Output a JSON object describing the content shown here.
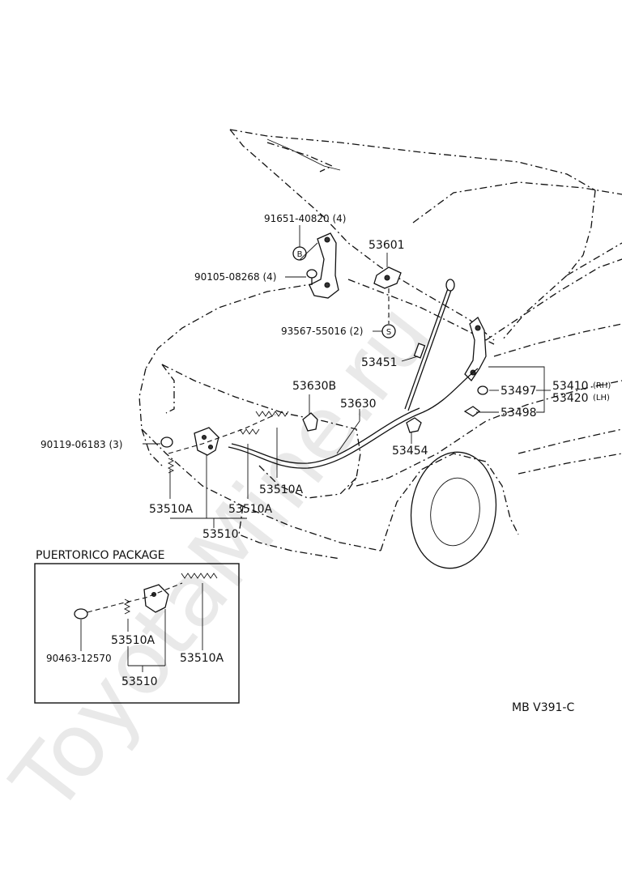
{
  "watermark": "ToyotaMine.ru",
  "diagram_code": "MB V391-C",
  "labels": {
    "p91651": "91651-40820 (4)",
    "p90105": "90105-08268 (4)",
    "p53601": "53601",
    "p93567": "93567-55016 (2)",
    "p53451": "53451",
    "p53630B": "53630B",
    "p53630": "53630",
    "p90119": "90119-06183 (3)",
    "p53454": "53454",
    "p53497": "53497",
    "p53498": "53498",
    "p53410": "53410",
    "p53410_side": "(RH)",
    "p53420": "53420",
    "p53420_side": "(LH)",
    "p53510A_a": "53510A",
    "p53510A_b": "53510A",
    "p53510A_c": "53510A",
    "p53510": "53510"
  },
  "markers": {
    "b": "B",
    "s": "S"
  },
  "package": {
    "title": "PUERTORICO PACKAGE",
    "p90463": "90463-12570",
    "p53510A_a": "53510A",
    "p53510A_b": "53510A",
    "p53510": "53510"
  }
}
